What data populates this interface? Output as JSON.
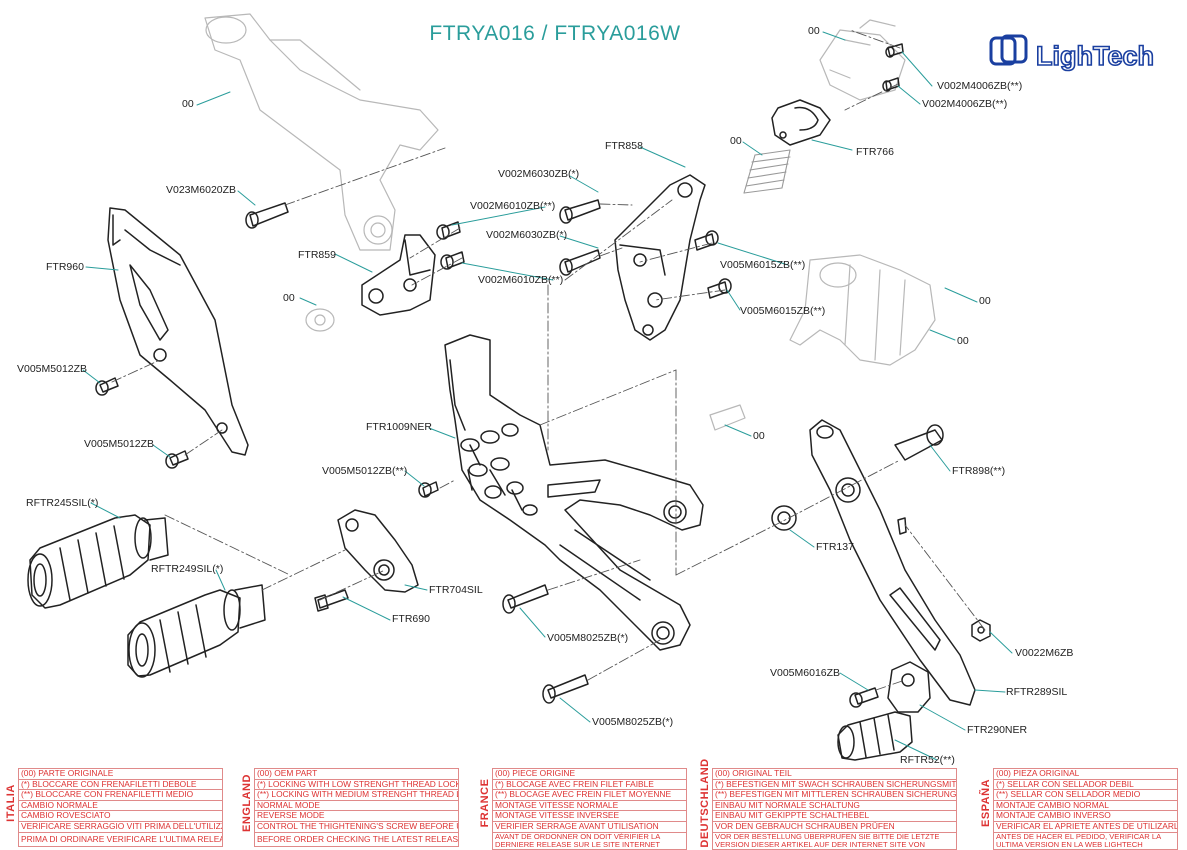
{
  "title": "FTRYA016 / FTRYA016W",
  "logo": {
    "text": "LighTech",
    "color": "#1a3fa0"
  },
  "colors": {
    "label_leader": "#2a9d9b",
    "legend_text": "#d33333",
    "legend_border": "#e08a8a",
    "part_stroke": "#222222",
    "ghost_stroke": "#b8b8b8"
  },
  "labels": {
    "oem_top_left": "00",
    "ftr960": "FTR960",
    "v023": "V023M6020ZB",
    "v005m5012zb_a": "V005M5012ZB",
    "v005m5012zb_b": "V005M5012ZB",
    "ftr859": "FTR859",
    "oem_859": "00",
    "v002m6010_a": "V002M6010ZB(**)",
    "v002m6010_b": "V002M6010ZB(**)",
    "v002m6030_a": "V002M6030ZB(*)",
    "v002m6030_b": "V002M6030ZB(*)",
    "ftr858": "FTR858",
    "v005m6015_a": "V005M6015ZB(**)",
    "v005m6015_b": "V005M6015ZB(**)",
    "oem_top_right": "00",
    "v002m4006_a": "V002M4006ZB(**)",
    "v002m4006_b": "V002M4006ZB(**)",
    "oem_spring": "00",
    "ftr766": "FTR766",
    "oem_mc_a": "00",
    "oem_mc_b": "00",
    "oem_pin": "00",
    "ftr1009ner": "FTR1009NER",
    "v005m5012zb_c": "V005M5012ZB(**)",
    "rftr245sil": "RFTR245SIL(*)",
    "rftr249sil": "RFTR249SIL(*)",
    "ftr704sil": "FTR704SIL",
    "ftr690": "FTR690",
    "v005m8025_a": "V005M8025ZB(*)",
    "v005m8025_b": "V005M8025ZB(*)",
    "ftr898": "FTR898(**)",
    "ftr137": "FTR137",
    "v0022m6zb": "V0022M6ZB",
    "v005m6016zb": "V005M6016ZB",
    "rftr289sil": "RFTR289SIL",
    "ftr290ner": "FTR290NER",
    "rftr52": "RFTR52(**)"
  },
  "legend": [
    {
      "country": "ITALIA",
      "rows": [
        "(00) PARTE ORIGINALE",
        "(*)   BLOCCARE CON FRENAFILETTI DEBOLE",
        "(**)  BLOCCARE CON FRENAFILETTI MEDIO",
        "CAMBIO NORMALE",
        "CAMBIO ROVESCIATO",
        "VERIFICARE SERRAGGIO VITI PRIMA DELL'UTILIZZO",
        "PRIMA DI ORDINARE VERIFICARE L'ULTIMA RELEASE SUL SITO"
      ]
    },
    {
      "country": "ENGLAND",
      "rows": [
        "(00) OEM PART",
        "(*)   LOCKING WITH LOW STRENGHT THREAD LOCKER",
        "(**)  LOCKING WITH MEDIUM STRENGHT THREAD LOCKER",
        "NORMAL MODE",
        "REVERSE MODE",
        "CONTROL THE THIGHTENING'S SCREW BEFORE USING",
        "BEFORE ORDER CHECKING THE LATEST RELEASE ON WEBSITE"
      ]
    },
    {
      "country": "FRANCE",
      "rows": [
        "(00) PIECE ORIGINE",
        "(*)   BLOCAGE AVEC FREIN FILET FAIBLE",
        "(**)  BLOCAGE AVEC FREIN FILET MOYENNE",
        "MONTAGE VITESSE NORMALE",
        "MONTAGE VITESSE INVERSEE",
        "VERIFIER SERRAGE AVANT UTILISATION",
        "AVANT DE ORDONNER ON DOIT VÉRIFIER LA DERNIERE RELEASE SUR LE SITE INTERNET"
      ]
    },
    {
      "country": "DEUTSCHLAND",
      "rows": [
        "(00) ORIGINAL TEIL",
        "(*)   BEFESTIGEN MIT SWACH SCHRAUBEN SICHERUNGSMITTEL",
        "(**)  BEFESTIGEN MIT MITTLEREN SCHRAUBEN SICHERUNGSMITTEL",
        "EINBAU MIT NORMALE SCHALTUNG",
        "EINBAU MIT GEKIPPTE SCHALTHEBEL",
        "VOR DEN GEBRAUCH SCHRAUBEN PRÜFEN",
        "VOR DER BESTELLUNG ÜBERPRÜFEN SIE BITTE DIE LETZTE VERSION DIESER ARTIKEL AUF DER INTERNET SITE VON LIGHTECH"
      ]
    },
    {
      "country": "ESPAÑA",
      "rows": [
        "(00) PIEZA ORIGINAL",
        "(*)   SELLAR CON SELLADOR DEBIL",
        "(**)  SELLAR CON SELLADOR MEDIO",
        "MONTAJE  CAMBIO NORMAL",
        "MONTAJE  CAMBIO INVERSO",
        "VERIFICAR EL APRIETE ANTES DE UTILIZARLO",
        "ANTES DE HACER EL PEDIDO, VERIFICAR LA ULTIMA VERSION EN LA WEB LIGHTECH"
      ]
    }
  ]
}
